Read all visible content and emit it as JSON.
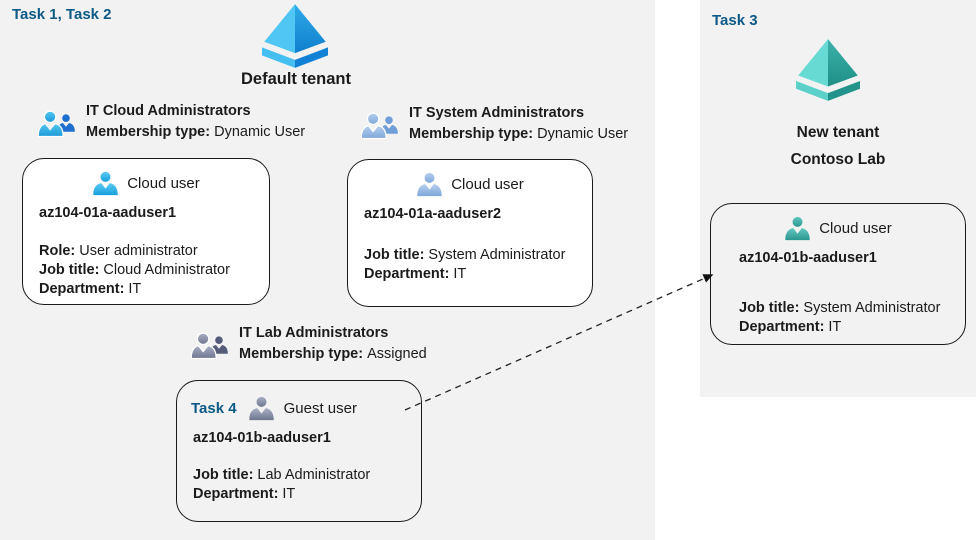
{
  "labels": {
    "task_1_2": "Task 1, Task 2",
    "task_3": "Task 3",
    "task_4": "Task 4"
  },
  "tenants": {
    "default": {
      "name": "Default tenant"
    },
    "new_tenant": {
      "line1": "New tenant",
      "line2": "Contoso Lab"
    }
  },
  "groups": [
    {
      "title": "IT Cloud Administrators",
      "membership_label": "Membership type:",
      "membership_value": "Dynamic User"
    },
    {
      "title": "IT System Administrators",
      "membership_label": "Membership type:",
      "membership_value": "Dynamic User"
    },
    {
      "title": "IT Lab Administrators",
      "membership_label": "Membership type:",
      "membership_value": "Assigned"
    }
  ],
  "users": [
    {
      "type": "Cloud user",
      "name": "az104-01a-aaduser1",
      "fields": [
        {
          "label": "Role:",
          "value": "User administrator"
        },
        {
          "label": "Job title:",
          "value": "Cloud Administrator"
        },
        {
          "label": "Department:",
          "value": "IT"
        }
      ]
    },
    {
      "type": "Cloud user",
      "name": "az104-01a-aaduser2",
      "fields": [
        {
          "label": "Job title:",
          "value": "System Administrator"
        },
        {
          "label": "Department:",
          "value": "IT"
        }
      ]
    },
    {
      "type": "Guest user",
      "name": "az104-01b-aaduser1",
      "fields": [
        {
          "label": "Job title:",
          "value": "Lab Administrator"
        },
        {
          "label": "Department:",
          "value": "IT"
        }
      ]
    },
    {
      "type": "Cloud user",
      "name": "az104-01b-aaduser1",
      "fields": [
        {
          "label": "Job title:",
          "value": "System Administrator"
        },
        {
          "label": "Department:",
          "value": "IT"
        }
      ]
    }
  ],
  "icons": {
    "default_tenant": "azure-ad-pyramid-blue",
    "new_tenant": "azure-ad-pyramid-teal",
    "group": "people-pair",
    "user": "person"
  },
  "colors": {
    "task_text": "#0d5a87",
    "panel_bg": "#f2f2f2",
    "card_border": "#1a1a1a",
    "aad_blue_light": "#4fc6f3",
    "aad_blue_dark": "#0f7fce",
    "aad_teal_light": "#66dad3",
    "aad_teal_dark": "#1f8f86",
    "person_cyan": "#17a0de",
    "person_periwinkle": "#7fa8da",
    "person_gray": "#6e7690",
    "person_teal": "#2a968f"
  }
}
